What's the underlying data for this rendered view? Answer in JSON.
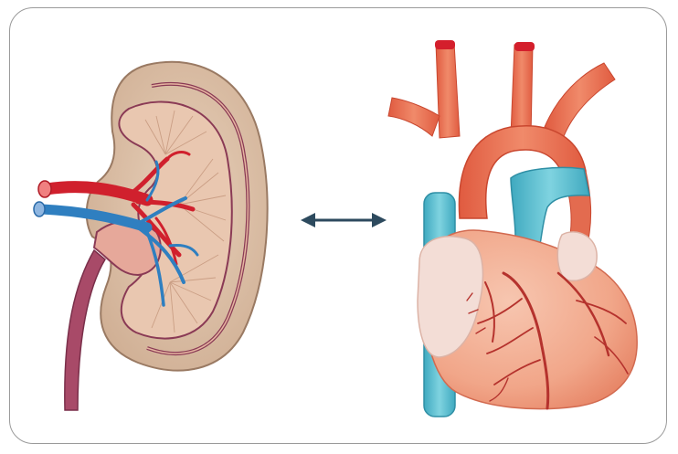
{
  "figure": {
    "left_organ": "kidney",
    "right_organ": "heart",
    "connector": "bidirectional-arrow"
  },
  "colors": {
    "frame_border": "#9a9a9a",
    "kidney_fill": "#dcc0a6",
    "kidney_outline": "#8a3a55",
    "kidney_medulla": "#e6b5a0",
    "artery": "#d0202d",
    "vein": "#2f7fc0",
    "ureter": "#a84a68",
    "heart_red": "#e8674c",
    "heart_light": "#f6b9a2",
    "heart_blue": "#5bbfd1",
    "coronary": "#b5322d",
    "fat": "#f3ddd6",
    "arrow": "#2d4a5e"
  }
}
